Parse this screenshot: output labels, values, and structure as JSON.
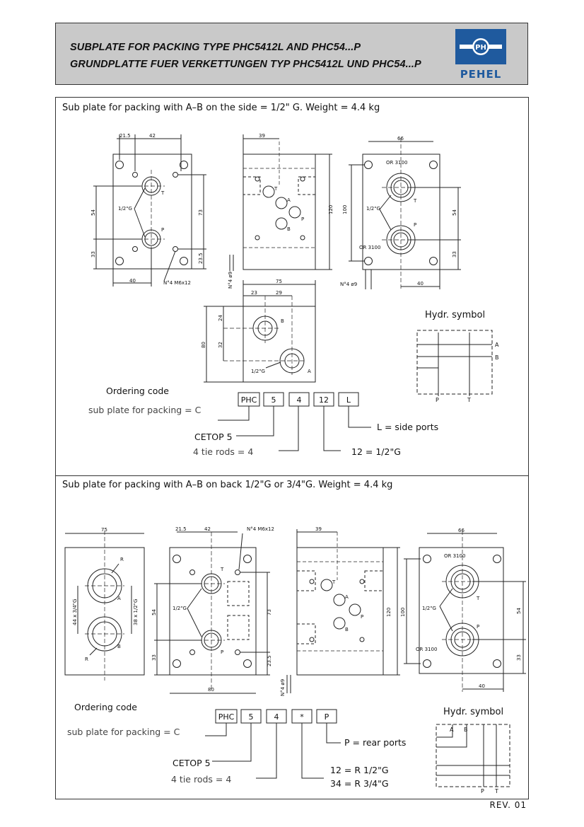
{
  "header": {
    "line1": "SUBPLATE FOR PACKING TYPE PHC5412L AND PHC54...P",
    "line2": "GRUNDPLATTE FUER VERKETTUNGEN TYP PHC5412L UND PHC54...P",
    "logo_badge": "PH",
    "logo_text": "PEHEL",
    "brand_color": "#1f5a9e"
  },
  "section1": {
    "title": "Sub plate for packing with A–B on the side = 1/2\" G. Weight = 4.4 kg",
    "dims": {
      "d21_5": "21.5",
      "d42": "42",
      "d54": "54",
      "d73": "73",
      "d33": "33",
      "d40": "40",
      "d23_5": "23.5",
      "n4m6": "N°4 M6x12",
      "g12": "1/2\"G",
      "d39": "39",
      "d120": "120",
      "d100": "100",
      "n4_9": "N°4 ø9",
      "d66": "66",
      "or3100": "OR 3100",
      "d75": "75",
      "d23": "23",
      "d29": "29",
      "d24": "24",
      "d32": "32",
      "d80": "80",
      "T": "T",
      "P": "P",
      "A": "A",
      "B": "B"
    },
    "hydr_title": "Hydr. symbol",
    "hydr_ports": {
      "A": "A",
      "B": "B",
      "P": "P",
      "T": "T"
    },
    "ordering_title": "Ordering code",
    "ordering_row": "sub plate for packing = C",
    "code_boxes": [
      "PHC",
      "5",
      "4",
      "12",
      "L"
    ],
    "cetop": "CETOP 5",
    "tie_rods": "4 tie rods =  4",
    "size": "12 = 1/2\"G",
    "side": "L = side ports"
  },
  "section2": {
    "title": "Sub plate for packing with A–B on back 1/2\"G or 3/4\"G. Weight = 4.4 kg",
    "dims": {
      "d75": "75",
      "R": "R",
      "d44": "44 x 3/4\"G",
      "d38": "38 x 1/2\"G",
      "d21_5": "21.5",
      "d42": "42",
      "n4m6": "N°4 M6x12",
      "g12": "1/2\"G",
      "d54": "54",
      "d73": "73",
      "d33": "33",
      "d23_5": "23.5",
      "d80": "80",
      "n4_9": "N°4 ø9",
      "d39": "39",
      "d120": "120",
      "d100": "100",
      "d66": "66",
      "or3100": "OR 3100",
      "d40": "40",
      "T": "T",
      "P": "P",
      "A": "A",
      "B": "B"
    },
    "hydr_title": "Hydr. symbol",
    "hydr_ports": {
      "A": "A",
      "B": "B",
      "P": "P",
      "T": "T"
    },
    "ordering_title": "Ordering code",
    "ordering_row": "sub plate for packing = C",
    "code_boxes": [
      "PHC",
      "5",
      "4",
      "*",
      "P"
    ],
    "cetop": "CETOP 5",
    "tie_rods": "4 tie rods =  4",
    "size1": "12 = R  1/2\"G",
    "size2": "34 = R  3/4\"G",
    "rear": "P = rear ports"
  },
  "footer": {
    "rev": "REV. 01"
  }
}
